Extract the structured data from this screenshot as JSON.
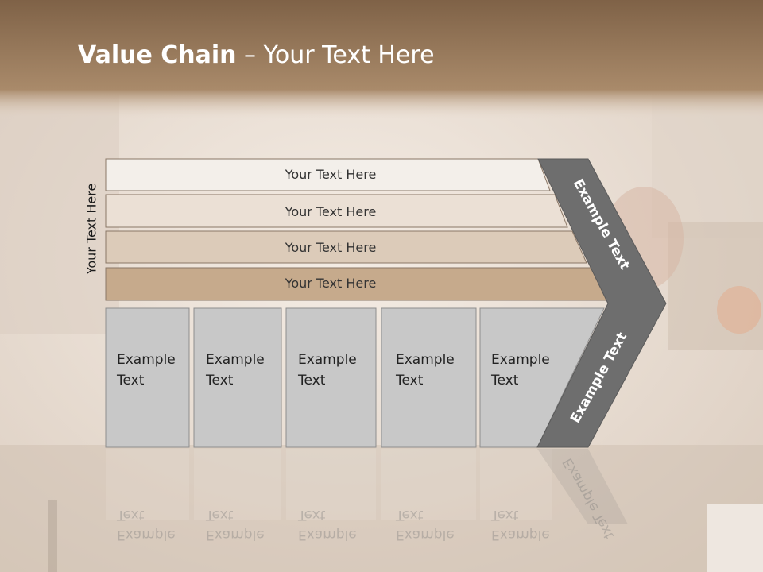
{
  "slide": {
    "title_bold": "Value Chain",
    "title_rest": " – Your Text Here",
    "side_label": "Your Text Here"
  },
  "bands": [
    {
      "label": "Your Text Here",
      "fill": "#f3efea"
    },
    {
      "label": "Your Text Here",
      "fill": "#ebe0d5"
    },
    {
      "label": "Your Text Here",
      "fill": "#dccbb9"
    },
    {
      "label": "Your Text Here",
      "fill": "#c6aa8c"
    }
  ],
  "boxes": [
    {
      "line1": "Example",
      "line2": "Text"
    },
    {
      "line1": "Example",
      "line2": "Text"
    },
    {
      "line1": "Example",
      "line2": "Text"
    },
    {
      "line1": "Example",
      "line2": "Text"
    },
    {
      "line1": "Example",
      "line2": "Text"
    }
  ],
  "chevron": {
    "upper_label": "Example Text",
    "lower_label": "Example Text",
    "fill": "#6e6e6e"
  },
  "colors": {
    "header": "#9b7a58",
    "box_fill": "#c8c8c8"
  }
}
